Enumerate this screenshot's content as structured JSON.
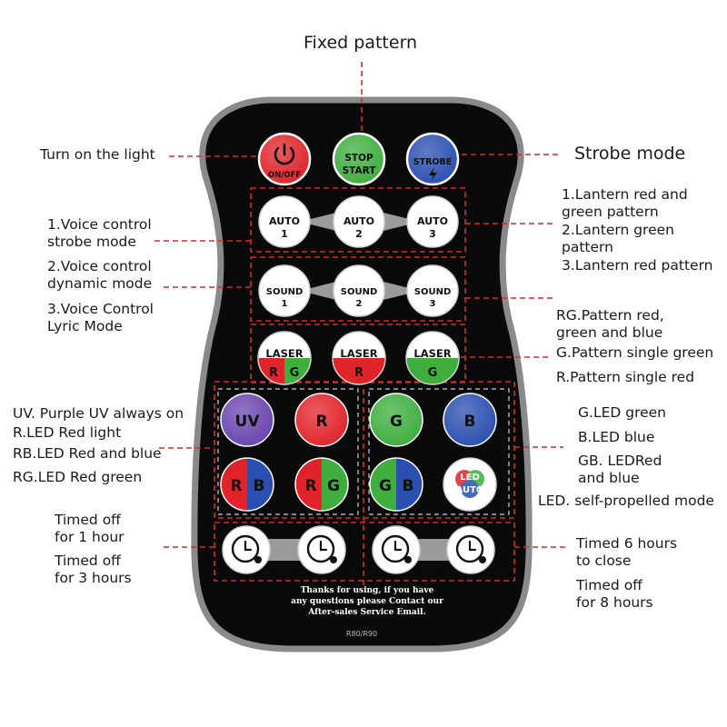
{
  "title": "Fixed pattern",
  "callouts": {
    "turn_on": "Turn on the light",
    "strobe_mode": "Strobe mode",
    "voice_1": [
      "1.Voice control",
      "strobe mode"
    ],
    "voice_2": [
      "2.Voice control",
      "dynamic mode"
    ],
    "voice_3": [
      "3.Voice Control",
      "Lyric Mode"
    ],
    "lantern_1": [
      "1.Lantern red and",
      "green pattern"
    ],
    "lantern_2": [
      "2.Lantern green",
      "pattern"
    ],
    "lantern_3": "3.Lantern red pattern",
    "rg_pattern": [
      "RG.Pattern red,",
      "green and blue"
    ],
    "g_pattern": "G.Pattern single green",
    "r_pattern": "R.Pattern single red",
    "uv": "UV. Purple UV always on",
    "r_led": "R.LED Red light",
    "rb_led": "RB.LED Red and blue",
    "rg_led": "RG.LED Red green",
    "g_led": "G.LED green",
    "b_led": "B.LED blue",
    "gb_led": [
      "GB. LEDRed",
      "and blue"
    ],
    "led_auto": "LED. self-propelled mode",
    "timed_1": [
      "Timed off",
      "for 1 hour"
    ],
    "timed_3": [
      "Timed off",
      "for 3 hours"
    ],
    "timed_6": [
      "Timed 6 hours",
      "to close"
    ],
    "timed_8": [
      "Timed off",
      "for 8 hours"
    ]
  },
  "remote": {
    "top_buttons": {
      "power": {
        "label": "ON/OFF",
        "color": "#e0242a"
      },
      "stop_start": {
        "line1": "STOP",
        "line2": "START",
        "color": "#3fae3f"
      },
      "strobe": {
        "label": "STROBE",
        "color": "#2a4fb0"
      }
    },
    "auto_buttons": [
      {
        "line1": "AUTO",
        "line2": "1"
      },
      {
        "line1": "AUTO",
        "line2": "2"
      },
      {
        "line1": "AUTO",
        "line2": "3"
      }
    ],
    "sound_buttons": [
      {
        "line1": "SOUND",
        "line2": "1"
      },
      {
        "line1": "SOUND",
        "line2": "2"
      },
      {
        "line1": "SOUND",
        "line2": "3"
      }
    ],
    "laser_buttons": [
      {
        "label": "LASER",
        "sub": [
          "R",
          "G"
        ]
      },
      {
        "label": "LASER",
        "sub": [
          "R"
        ]
      },
      {
        "label": "LASER",
        "sub": [
          "G"
        ]
      }
    ],
    "led_buttons": {
      "uv": {
        "label": "UV",
        "color": "#6a45b0"
      },
      "r": {
        "label": "R",
        "color": "#e0242a"
      },
      "g": {
        "label": "G",
        "color": "#3fae3f"
      },
      "b": {
        "label": "B",
        "color": "#2a4fb0"
      },
      "rb": [
        "R",
        "B"
      ],
      "rg": [
        "R",
        "G"
      ],
      "gb": [
        "G",
        "B"
      ],
      "led_auto": [
        "LED",
        "AUTO"
      ]
    },
    "timer_count": 4,
    "footer": [
      "Thanks for using, if you have",
      "any questions please Contact our",
      "After-sales Service Email."
    ],
    "model": "R80/R90"
  },
  "colors": {
    "callout_line": "#d42a2a",
    "body": "#0a0a0a",
    "body_rim": "#8a8a8a"
  }
}
